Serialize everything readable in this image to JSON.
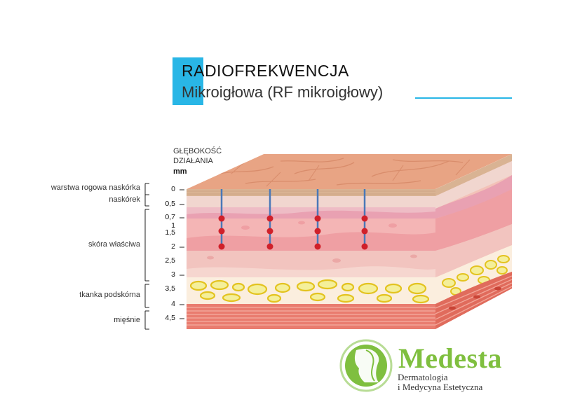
{
  "title": "RADIOFREKWENCJA",
  "subtitle": "Mikroigłowa  (RF mikroigłowy)",
  "depth_header": [
    "GŁĘBOKOŚĆ",
    "DZIAŁANIA"
  ],
  "depth_unit": "mm",
  "depth_ticks": [
    "0",
    "0,5",
    "0,7",
    "1",
    "1,5",
    "2",
    "2,5",
    "3",
    "3,5",
    "4",
    "4,5"
  ],
  "layers": [
    "warstwa rogowa naskórka",
    "naskórek",
    "skóra właściwa",
    "tkanka podskórna",
    "mięśnie"
  ],
  "needle_count": 4,
  "colors": {
    "accent": "#29b6e6",
    "brand_green": "#7fbf3f",
    "needle": "#4a78b8",
    "needle_dot": "#d0202a"
  },
  "brand": {
    "name": "Medesta",
    "line1": "Dermatologia",
    "line2": "i Medycyna Estetyczna"
  }
}
